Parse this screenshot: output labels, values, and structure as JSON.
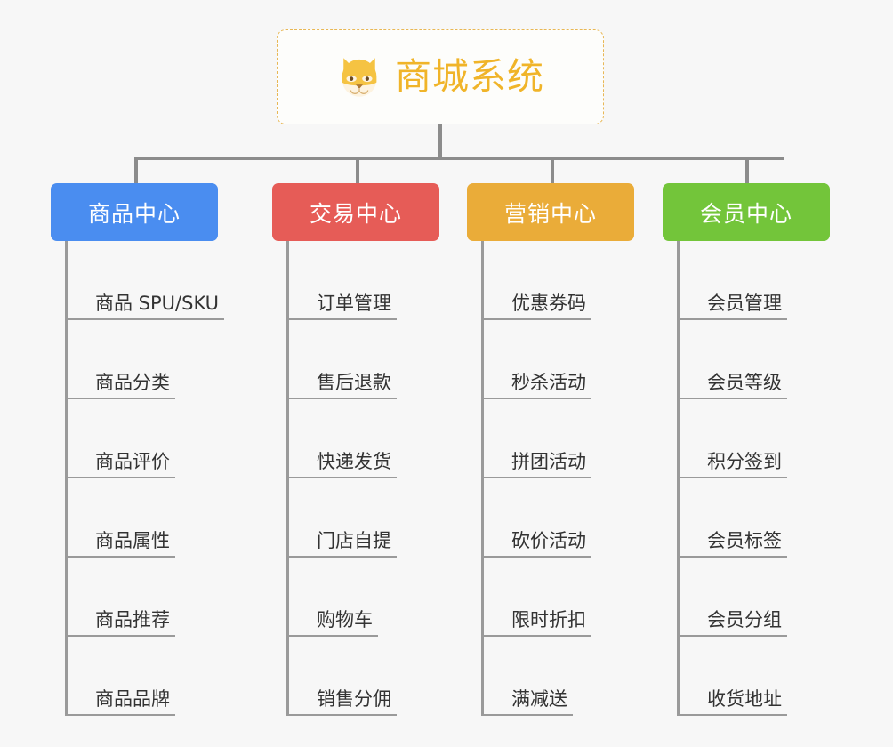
{
  "diagram": {
    "type": "org-chart-mindmap",
    "background_color": "#f7f7f7",
    "connector_color": "#8c8c8c",
    "leaf_line_color": "#9a9a9a",
    "root": {
      "title": "商城系统",
      "icon": "shiba-inu-dog-face-emoji",
      "text_color": "#f0b429",
      "border_color": "#e8b755",
      "border_style": "dashed",
      "background_color": "#fdfdfb"
    },
    "branches": [
      {
        "label": "商品中心",
        "color": "#4a8df0",
        "items": [
          "商品 SPU/SKU",
          "商品分类",
          "商品评价",
          "商品属性",
          "商品推荐",
          "商品品牌"
        ]
      },
      {
        "label": "交易中心",
        "color": "#e65c57",
        "items": [
          "订单管理",
          "售后退款",
          "快递发货",
          "门店自提",
          "购物车",
          "销售分佣"
        ]
      },
      {
        "label": "营销中心",
        "color": "#eaac39",
        "items": [
          "优惠券码",
          "秒杀活动",
          "拼团活动",
          "砍价活动",
          "限时折扣",
          "满减送"
        ]
      },
      {
        "label": "会员中心",
        "color": "#73c53a",
        "items": [
          "会员管理",
          "会员等级",
          "积分签到",
          "会员标签",
          "会员分组",
          "收货地址"
        ]
      }
    ]
  }
}
